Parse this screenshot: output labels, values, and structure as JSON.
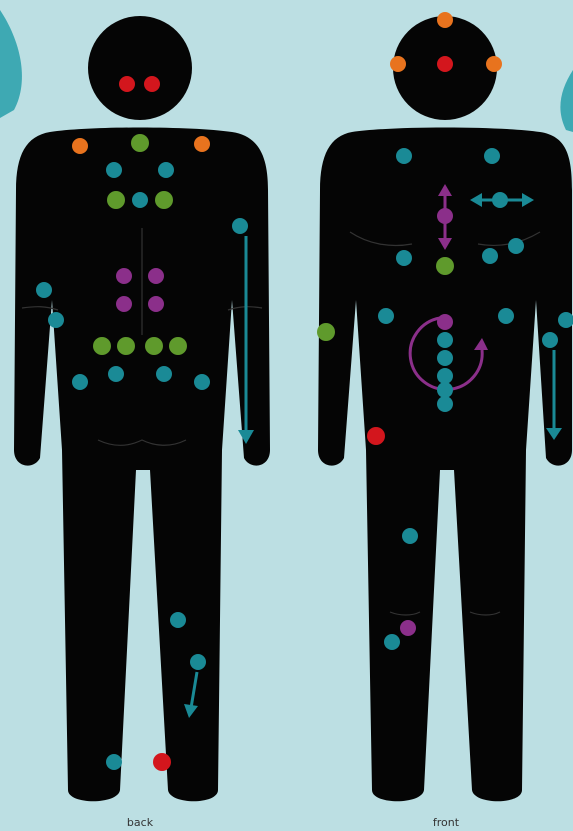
{
  "captions": {
    "back": "back",
    "front": "front"
  },
  "colors": {
    "background": "#bcdfe3",
    "body": "#050505",
    "teal": "#1a8a96",
    "green": "#5f9a2c",
    "purple": "#8b2f8a",
    "orange": "#e8731e",
    "red": "#d3161d",
    "side_shape": "#3ea9b3"
  },
  "legend_marker_types": [
    "teal-yin-yang",
    "green-dot",
    "purple-yin-yang",
    "orange-dot",
    "red-drop"
  ]
}
